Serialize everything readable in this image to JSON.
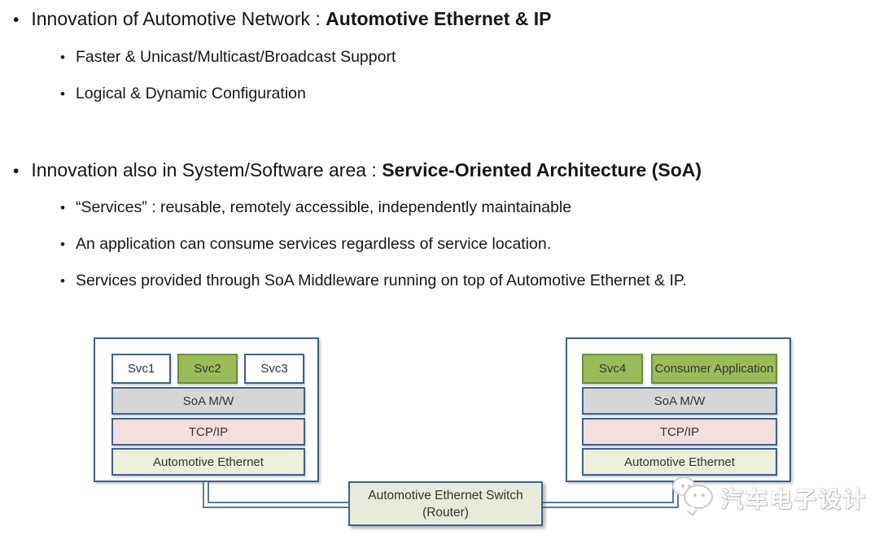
{
  "slide": {
    "bullets": [
      {
        "lead": "Innovation of Automotive Network : ",
        "bold": "Automotive Ethernet & IP",
        "sub": [
          "Faster & Unicast/Multicast/Broadcast Support",
          "Logical & Dynamic Configuration"
        ]
      },
      {
        "lead": "Innovation also in System/Software area : ",
        "bold": "Service-Oriented Architecture (SoA)",
        "sub": [
          "“Services” : reusable, remotely accessible, independently maintainable",
          "An application can consume services regardless of service location.",
          "Services provided through SoA Middleware running on top of Automotive Ethernet & IP."
        ]
      }
    ]
  },
  "diagram": {
    "left_stack": {
      "services": [
        {
          "label": "Svc1",
          "fill": "#FFFFFF",
          "border": "#3E6091"
        },
        {
          "label": "Svc2",
          "fill": "#9BBB59",
          "border": "#6E8B3D"
        },
        {
          "label": "Svc3",
          "fill": "#FFFFFF",
          "border": "#3E6091"
        }
      ],
      "layers": [
        {
          "label": "SoA M/W",
          "fill": "#D6D6D6"
        },
        {
          "label": "TCP/IP",
          "fill": "#F5DFDD"
        },
        {
          "label": "Automotive Ethernet",
          "fill": "#EDEFDC"
        }
      ]
    },
    "right_stack": {
      "services": [
        {
          "label": "Svc4",
          "fill": "#9BBB59",
          "border": "#6E8B3D"
        },
        {
          "label": "Consumer Application",
          "fill": "#9BBB59",
          "border": "#6E8B3D"
        }
      ],
      "layers": [
        {
          "label": "SoA M/W",
          "fill": "#D6D6D6"
        },
        {
          "label": "TCP/IP",
          "fill": "#F5DFDD"
        },
        {
          "label": "Automotive Ethernet",
          "fill": "#EDEFDC"
        }
      ]
    },
    "switch_box": {
      "line1": "Automotive Ethernet Switch",
      "line2": "(Router)",
      "fill": "#E9EBDA",
      "border": "#3E6091"
    },
    "connector_color": "#5878A8"
  },
  "watermark": {
    "text": "汽车电子设计",
    "icon": "wechat-icon"
  }
}
